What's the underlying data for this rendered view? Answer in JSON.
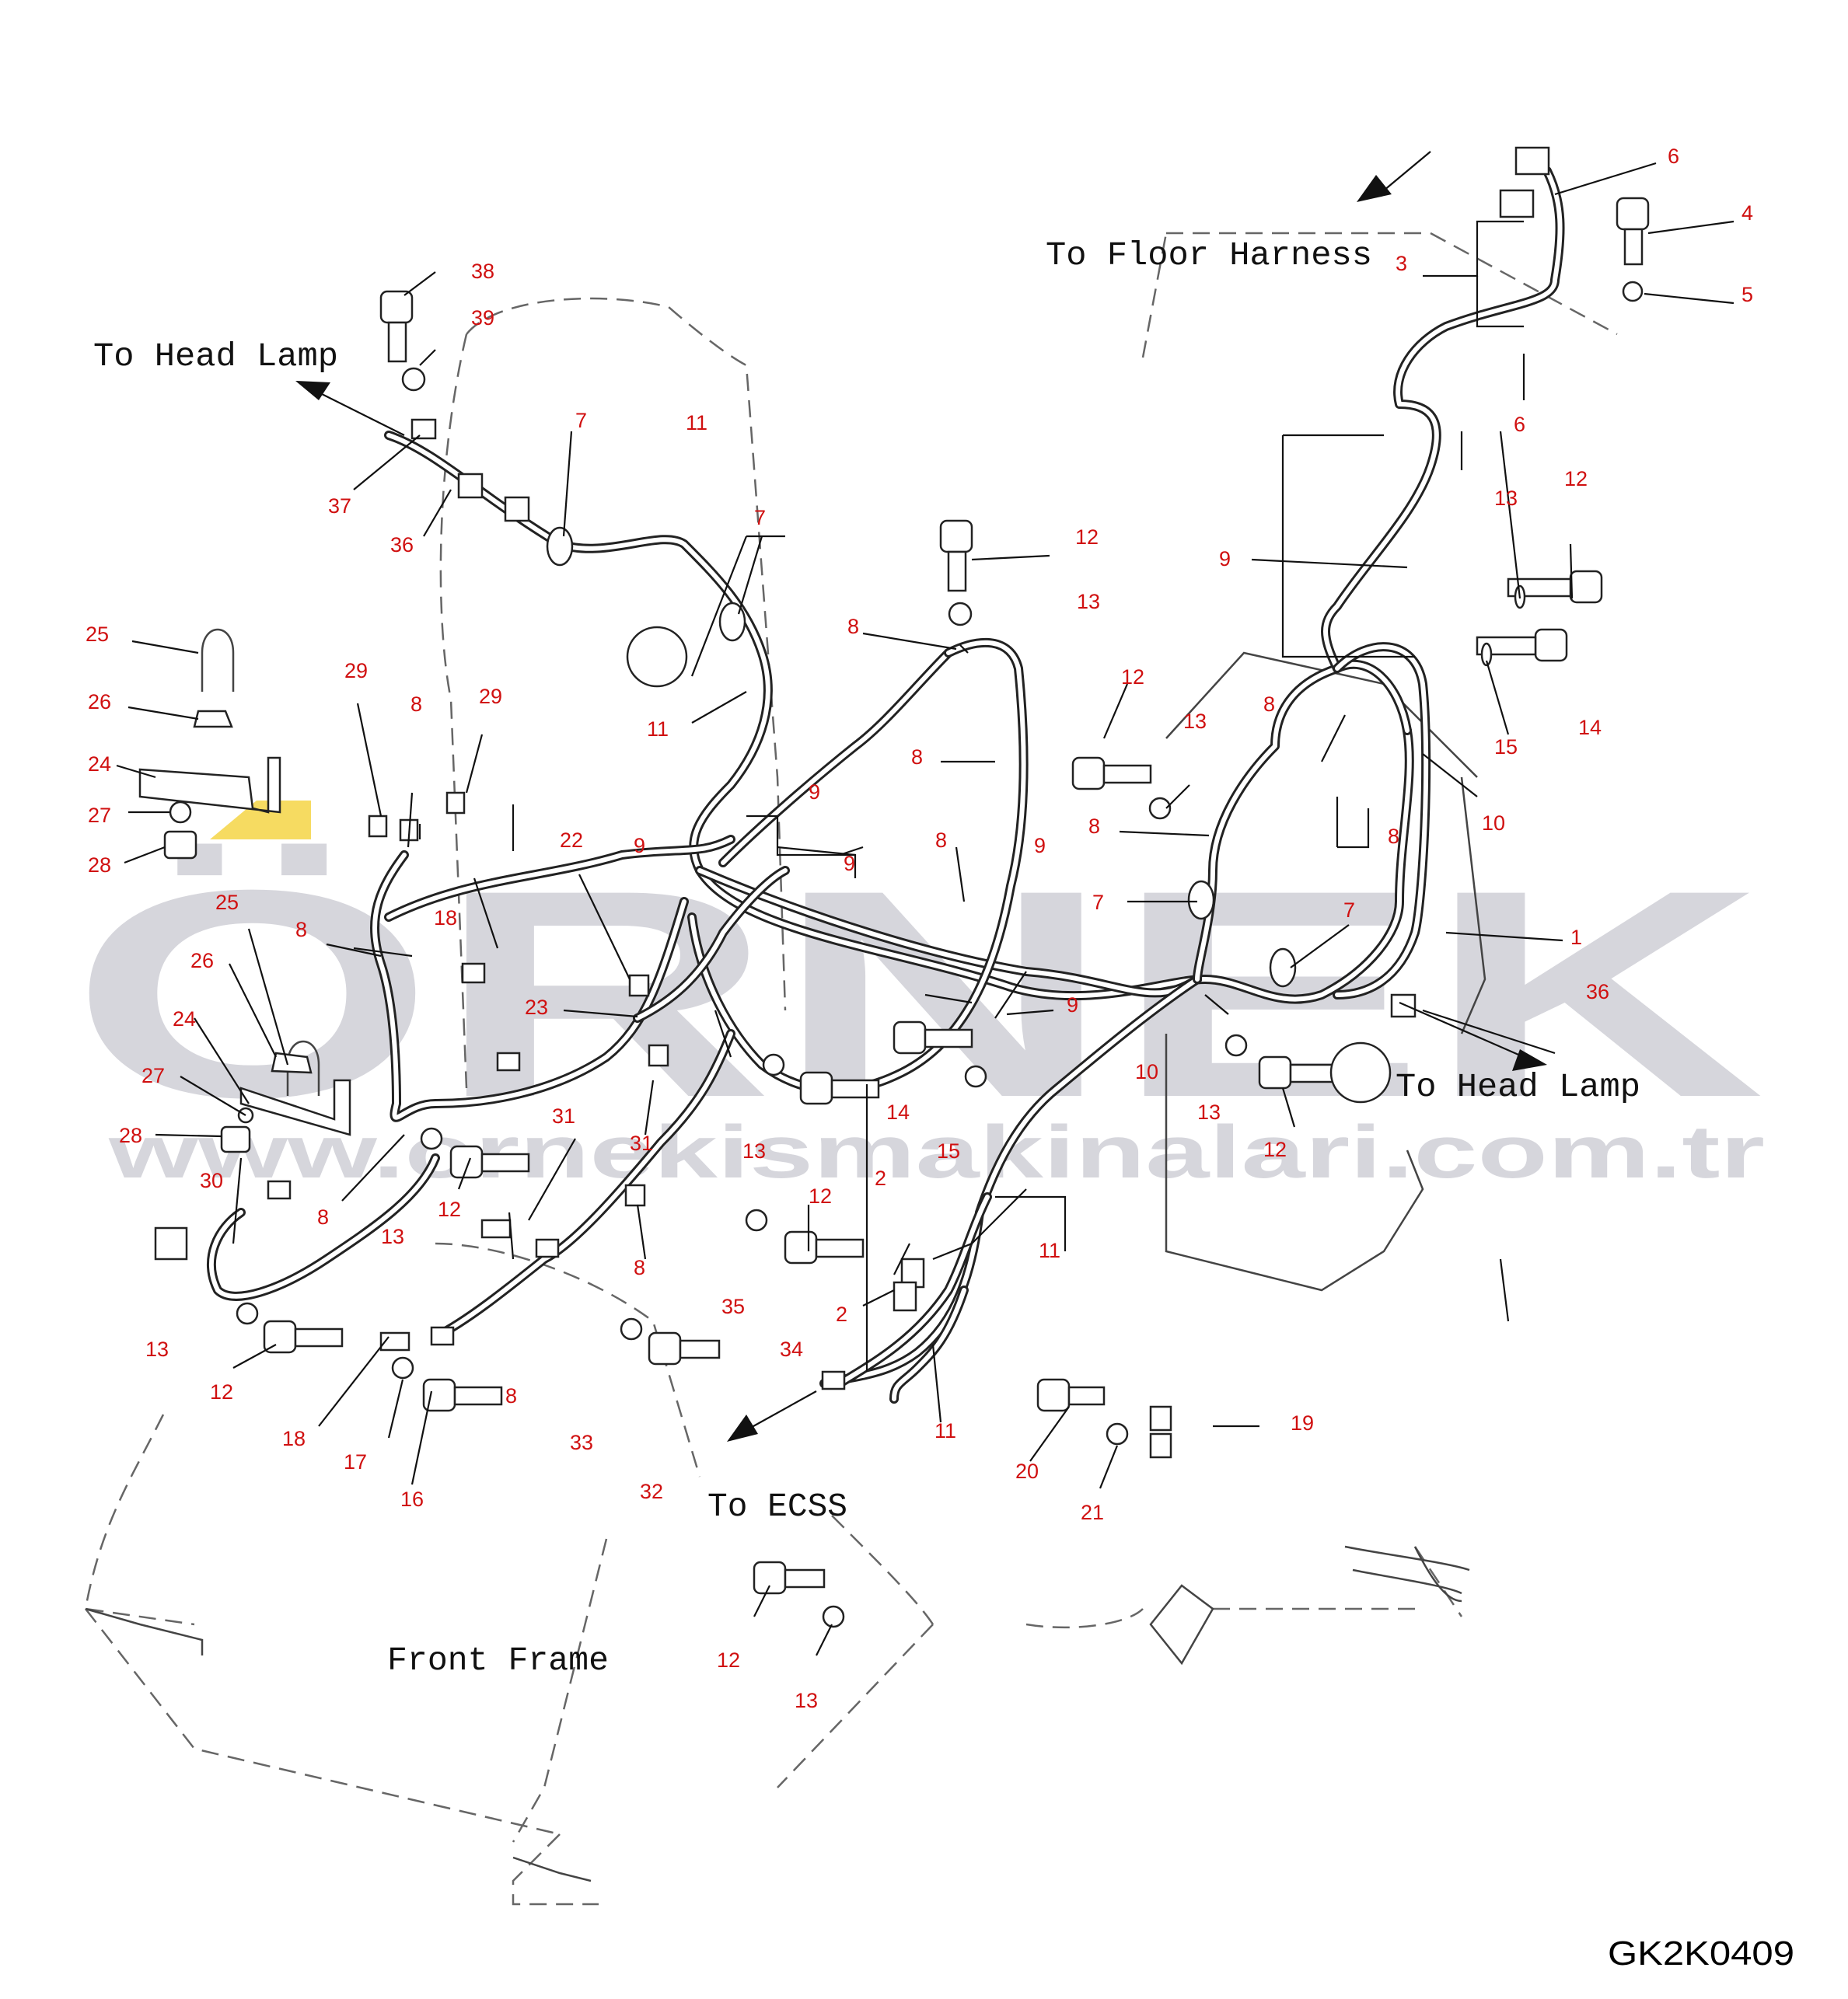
{
  "diagram": {
    "drawing_code": "GK2K0409",
    "notes": {
      "to_head_lamp_left": "To Head Lamp",
      "to_head_lamp_right": "To Head Lamp",
      "to_floor_harness": "To Floor Harness",
      "to_ecss": "To ECSS",
      "front_frame": "Front Frame"
    },
    "watermark": {
      "brand": "ÖRNEK",
      "url": "www.ornekismakinalari.com.tr"
    },
    "callouts": [
      {
        "id": "c1",
        "label": "1"
      },
      {
        "id": "c2a",
        "label": "2"
      },
      {
        "id": "c2b",
        "label": "2"
      },
      {
        "id": "c3",
        "label": "3"
      },
      {
        "id": "c4",
        "label": "4"
      },
      {
        "id": "c5",
        "label": "5"
      },
      {
        "id": "c6a",
        "label": "6"
      },
      {
        "id": "c6b",
        "label": "6"
      },
      {
        "id": "c7a",
        "label": "7"
      },
      {
        "id": "c7b",
        "label": "7"
      },
      {
        "id": "c7c",
        "label": "7"
      },
      {
        "id": "c7d",
        "label": "7"
      },
      {
        "id": "c8a",
        "label": "8"
      },
      {
        "id": "c8b",
        "label": "8"
      },
      {
        "id": "c8c",
        "label": "8"
      },
      {
        "id": "c8d",
        "label": "8"
      },
      {
        "id": "c8e",
        "label": "8"
      },
      {
        "id": "c8f",
        "label": "8"
      },
      {
        "id": "c8g",
        "label": "8"
      },
      {
        "id": "c8h",
        "label": "8"
      },
      {
        "id": "c8i",
        "label": "8"
      },
      {
        "id": "c8j",
        "label": "8"
      },
      {
        "id": "c8k",
        "label": "8"
      },
      {
        "id": "c9a",
        "label": "9"
      },
      {
        "id": "c9b",
        "label": "9"
      },
      {
        "id": "c9c",
        "label": "9"
      },
      {
        "id": "c9d",
        "label": "9"
      },
      {
        "id": "c9e",
        "label": "9"
      },
      {
        "id": "c9f",
        "label": "9"
      },
      {
        "id": "c10a",
        "label": "10"
      },
      {
        "id": "c10b",
        "label": "10"
      },
      {
        "id": "c11a",
        "label": "11"
      },
      {
        "id": "c11b",
        "label": "11"
      },
      {
        "id": "c11c",
        "label": "11"
      },
      {
        "id": "c11d",
        "label": "11"
      },
      {
        "id": "c12a",
        "label": "12"
      },
      {
        "id": "c12b",
        "label": "12"
      },
      {
        "id": "c12c",
        "label": "12"
      },
      {
        "id": "c12d",
        "label": "12"
      },
      {
        "id": "c12e",
        "label": "12"
      },
      {
        "id": "c12f",
        "label": "12"
      },
      {
        "id": "c12g",
        "label": "12"
      },
      {
        "id": "c12h",
        "label": "12"
      },
      {
        "id": "c13a",
        "label": "13"
      },
      {
        "id": "c13b",
        "label": "13"
      },
      {
        "id": "c13c",
        "label": "13"
      },
      {
        "id": "c13d",
        "label": "13"
      },
      {
        "id": "c13e",
        "label": "13"
      },
      {
        "id": "c13f",
        "label": "13"
      },
      {
        "id": "c13g",
        "label": "13"
      },
      {
        "id": "c13h",
        "label": "13"
      },
      {
        "id": "c14a",
        "label": "14"
      },
      {
        "id": "c14b",
        "label": "14"
      },
      {
        "id": "c15a",
        "label": "15"
      },
      {
        "id": "c15b",
        "label": "15"
      },
      {
        "id": "c16",
        "label": "16"
      },
      {
        "id": "c17",
        "label": "17"
      },
      {
        "id": "c18a",
        "label": "18"
      },
      {
        "id": "c18b",
        "label": "18"
      },
      {
        "id": "c19",
        "label": "19"
      },
      {
        "id": "c20",
        "label": "20"
      },
      {
        "id": "c21",
        "label": "21"
      },
      {
        "id": "c22",
        "label": "22"
      },
      {
        "id": "c23",
        "label": "23"
      },
      {
        "id": "c24a",
        "label": "24"
      },
      {
        "id": "c24b",
        "label": "24"
      },
      {
        "id": "c25a",
        "label": "25"
      },
      {
        "id": "c25b",
        "label": "25"
      },
      {
        "id": "c26a",
        "label": "26"
      },
      {
        "id": "c26b",
        "label": "26"
      },
      {
        "id": "c27a",
        "label": "27"
      },
      {
        "id": "c27b",
        "label": "27"
      },
      {
        "id": "c28a",
        "label": "28"
      },
      {
        "id": "c28b",
        "label": "28"
      },
      {
        "id": "c29a",
        "label": "29"
      },
      {
        "id": "c29b",
        "label": "29"
      },
      {
        "id": "c30",
        "label": "30"
      },
      {
        "id": "c31a",
        "label": "31"
      },
      {
        "id": "c31b",
        "label": "31"
      },
      {
        "id": "c32",
        "label": "32"
      },
      {
        "id": "c33",
        "label": "33"
      },
      {
        "id": "c34",
        "label": "34"
      },
      {
        "id": "c35",
        "label": "35"
      },
      {
        "id": "c36a",
        "label": "36"
      },
      {
        "id": "c36b",
        "label": "36"
      },
      {
        "id": "c37",
        "label": "37"
      },
      {
        "id": "c38",
        "label": "38"
      },
      {
        "id": "c39",
        "label": "39"
      }
    ]
  }
}
